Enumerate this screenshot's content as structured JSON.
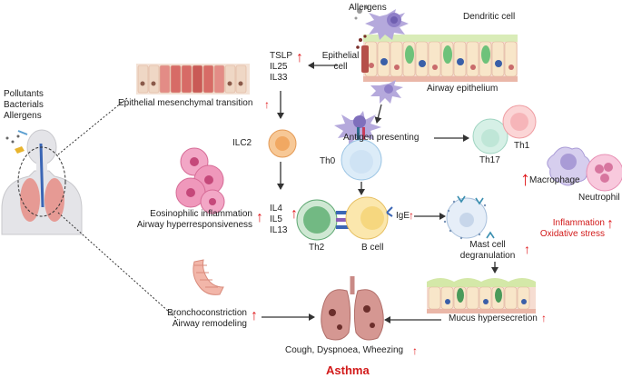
{
  "colors": {
    "up_arrow": "#e0191c",
    "title_red": "#d21a1a",
    "arrow": "#333333",
    "epithelium_pink": "#f3c9c3",
    "eos": "#ea8fb3",
    "th2": "#5fa873",
    "bcell": "#f6d989",
    "th0": "#bfe0f2",
    "ilc2": "#f3b77c",
    "th17": "#bde6d6",
    "th1": "#f3a9ad",
    "macrophage": "#b7a6dc",
    "neutrophil": "#ef9fc0",
    "mast": "#dde9f5",
    "lung": "#d89089"
  },
  "labels": {
    "allergens_top": "Allergens",
    "dendritic_cell": "Dendritic cell",
    "airway_epithelium": "Airway epithelium",
    "epithelial_cell_1": "Epithelial",
    "epithelial_cell_2": "cell",
    "tslp": "TSLP",
    "il25": "IL25",
    "il33": "IL33",
    "pollutants": "Pollutants",
    "bacterials": "Bacterials",
    "allergens_left": "Allergens",
    "emt": "Epithelial mesenchymal transition",
    "ilc2": "ILC2",
    "antigen_presenting": "Antigen presenting",
    "th0": "Th0",
    "th17": "Th17",
    "th1": "Th1",
    "macrophage": "Macrophage",
    "neutrophil": "Neutrophil",
    "eos_1": "Eosinophilic inflammation",
    "eos_2": "Airway hyperresponsiveness",
    "il4": "IL4",
    "il5": "IL5",
    "il13": "IL13",
    "th2": "Th2",
    "bcell": "B cell",
    "ige": "IgE",
    "inflammation": "Inflammation",
    "oxidative_stress": "Oxidative stress",
    "mast_1": "Mast cell",
    "mast_2": "degranulation",
    "broncho_1": "Bronchoconstriction",
    "broncho_2": "Airway remodeling",
    "mucus": "Mucus hypersecretion",
    "symptoms": "Cough, Dyspnoea, Wheezing",
    "title": "Asthma"
  },
  "glyphs": {
    "up_arrow": "↑"
  }
}
